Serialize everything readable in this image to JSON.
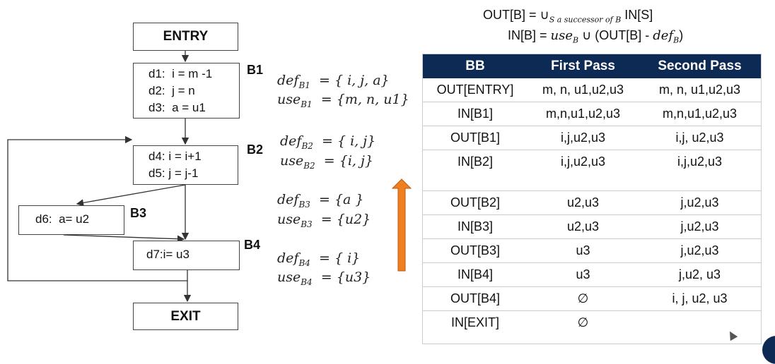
{
  "flow": {
    "entry": "ENTRY",
    "exit": "EXIT",
    "b1": {
      "label": "B1",
      "lines": [
        "d1:  i = m -1",
        "d2:  j = n",
        "d3:  a = u1"
      ]
    },
    "b2": {
      "label": "B2",
      "lines": [
        "d4: i = i+1",
        "d5: j = j-1"
      ]
    },
    "b3": {
      "label": "B3",
      "lines": [
        "d6:  a= u2"
      ]
    },
    "b4": {
      "label": "B4",
      "lines": [
        "d7:i= u3"
      ]
    }
  },
  "sets": {
    "b1": {
      "def_name": "def",
      "def_sub": "B1",
      "def_val": "= { i, j, a}",
      "use_name": "use",
      "use_sub": "B1",
      "use_val": "= {m, n, u1}"
    },
    "b2": {
      "def_name": "def",
      "def_sub": "B2",
      "def_val": "= { i, j}",
      "use_name": "use",
      "use_sub": "B2",
      "use_val": "= {i, j}"
    },
    "b3": {
      "def_name": "def",
      "def_sub": "B3",
      "def_val": "= {a }",
      "use_name": "use",
      "use_sub": "B3",
      "use_val": "= {u2}"
    },
    "b4": {
      "def_name": "def",
      "def_sub": "B4",
      "def_val": "= { i}",
      "use_name": "use",
      "use_sub": "B4",
      "use_val": "= {u3}"
    }
  },
  "formula": {
    "line1_left": "OUT[B]  =  ∪",
    "line1_sub": "S a successor of B",
    "line1_right": " IN[S]",
    "line2_left": "IN[B] = ",
    "line2_use": "use",
    "line2_use_sub": "B",
    "line2_mid": "  ∪ (OUT[B] - ",
    "line2_def": "def",
    "line2_def_sub": "B",
    "line2_end": ")"
  },
  "arrow": {
    "color": "#f07f20"
  },
  "table": {
    "headers": [
      "BB",
      "First Pass",
      "Second Pass"
    ],
    "rows": [
      [
        "OUT[ENTRY]",
        "m, n, u1,u2,u3",
        "m, n, u1,u2,u3"
      ],
      [
        "IN[B1]",
        "m,n,u1,u2,u3",
        "m,n,u1,u2,u3"
      ],
      [
        "OUT[B1]",
        "i,j,u2,u3",
        "i,j, u2,u3"
      ],
      [
        "IN[B2]",
        "i,j,u2,u3",
        "i,j,u2,u3"
      ],
      [
        "OUT[B2]",
        "u2,u3",
        "j,u2,u3"
      ],
      [
        "IN[B3]",
        "u2,u3",
        "j,u2,u3"
      ],
      [
        "OUT[B3]",
        "u3",
        "j,u2,u3"
      ],
      [
        "IN[B4]",
        "u3",
        "j,u2, u3"
      ],
      [
        "OUT[B4]",
        "∅",
        "i, j, u2, u3"
      ],
      [
        "IN[EXIT]",
        "∅",
        ""
      ]
    ]
  }
}
